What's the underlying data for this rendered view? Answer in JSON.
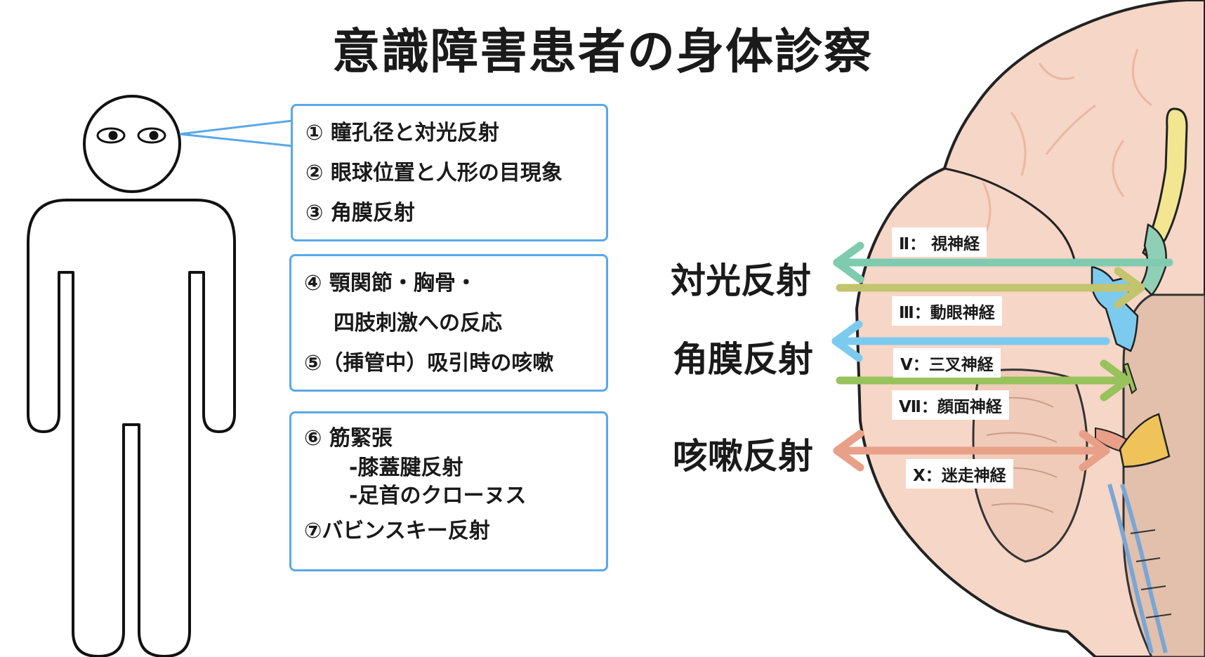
{
  "title": "意識障害患者の身体診察",
  "exam_boxes": [
    {
      "lines": [
        "① 瞳孔径と対光反射",
        "② 眼球位置と人形の目現象",
        "③ 角膜反射"
      ]
    },
    {
      "lines": [
        "④ 顎関節・胸骨・",
        "四肢刺激への反応",
        "⑤（挿管中）吸引時の咳嗽"
      ]
    },
    {
      "lines": [
        "⑥ 筋緊張",
        "-膝蓋腱反射",
        "-足首のクローヌス",
        "⑦バビンスキー反射"
      ]
    }
  ],
  "reflexes": [
    {
      "label": "対光反射",
      "afferent": "Ⅱ： 視神経",
      "efferent": "Ⅲ：動眼神経",
      "afferent_color": "#7ecbb0",
      "efferent_color": "#c2c46e"
    },
    {
      "label": "角膜反射",
      "afferent": "Ⅴ：三叉神経",
      "efferent": "Ⅶ：顔面神経",
      "afferent_color": "#7ccbef",
      "efferent_color": "#98c25c"
    },
    {
      "label": "咳嗽反射",
      "nerve": "Ⅹ：迷走神経",
      "color": "#e8a088"
    }
  ],
  "colors": {
    "box_border": "#5aa8e6",
    "brain_fill": "#f6d6c6",
    "brain_outline": "#222222",
    "brainstem": "#e2c0ac"
  },
  "icons": [
    "eye-icon",
    "human-figure-icon",
    "brain-illustration"
  ]
}
